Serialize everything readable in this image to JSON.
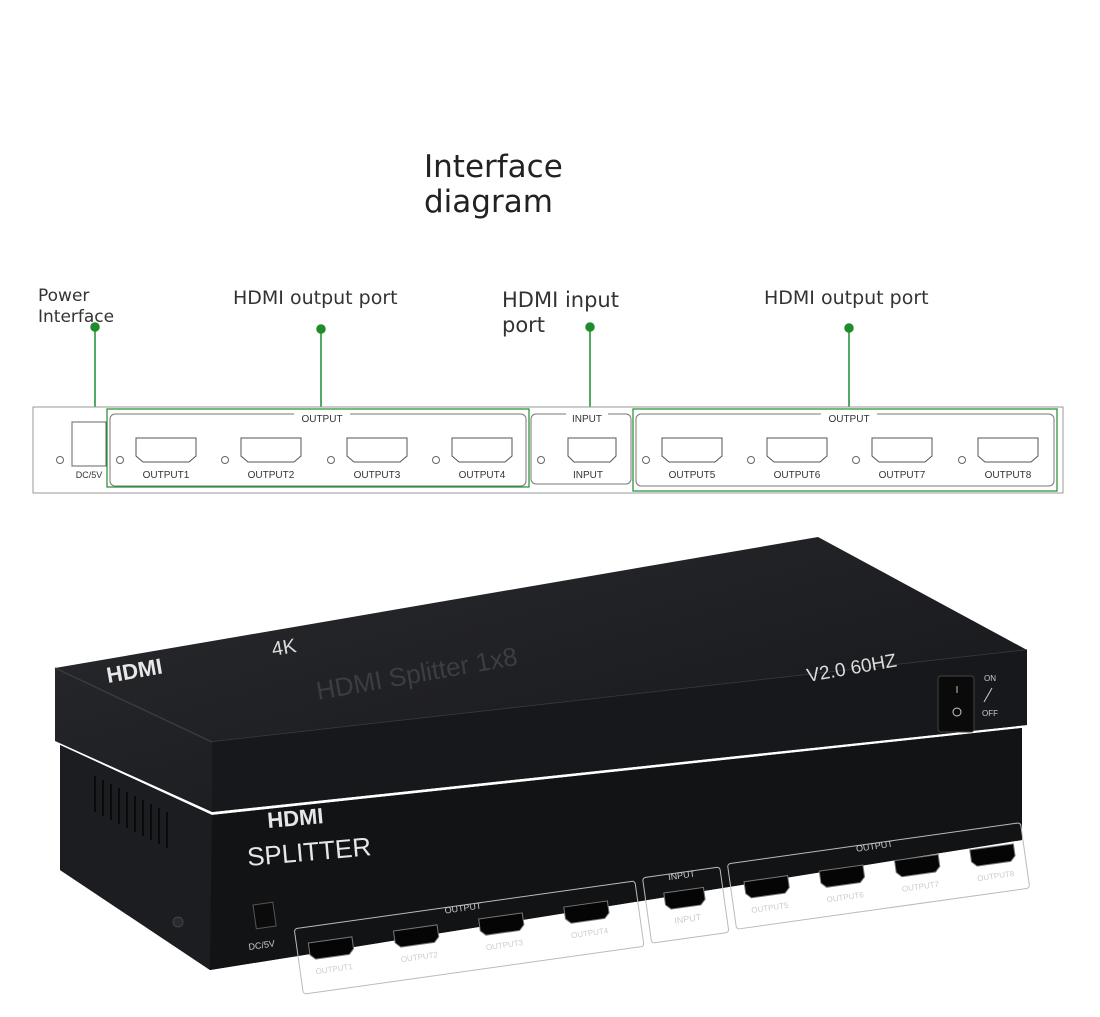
{
  "title": {
    "line1": "Interface",
    "line2": "diagram"
  },
  "callouts": {
    "power_line1": "Power",
    "power_line2": "Interface",
    "hdmi_output_left": "HDMI output port",
    "hdmi_input_line1": "HDMI input",
    "hdmi_input_line2": "port",
    "hdmi_output_right": "HDMI output port"
  },
  "panel": {
    "power_label": "DC/5V",
    "output_group_label": "OUTPUT",
    "input_group_label": "INPUT",
    "input_port_label": "INPUT",
    "outputs": [
      "OUTPUT1",
      "OUTPUT2",
      "OUTPUT3",
      "OUTPUT4",
      "OUTPUT5",
      "OUTPUT6",
      "OUTPUT7",
      "OUTPUT8"
    ]
  },
  "device": {
    "top_logo": "HDMI",
    "top_4k": "4K",
    "top_product": "HDMI Splitter 1x8",
    "top_version": "V2.0 60HZ",
    "switch_on": "ON",
    "switch_off": "OFF",
    "front_logo": "HDMI",
    "front_name": "SPLITTER",
    "power_label": "DC/5V",
    "output_group_label": "OUTPUT",
    "input_group_label": "INPUT",
    "input_port_label": "INPUT",
    "outputs": [
      "OUTPUT1",
      "OUTPUT2",
      "OUTPUT3",
      "OUTPUT4",
      "OUTPUT5",
      "OUTPUT6",
      "OUTPUT7",
      "OUTPUT8"
    ]
  },
  "colors": {
    "callout_green": "#1e8c2a",
    "device_body": "#1b1c1f",
    "panel_stroke": "#8a8a8a"
  }
}
